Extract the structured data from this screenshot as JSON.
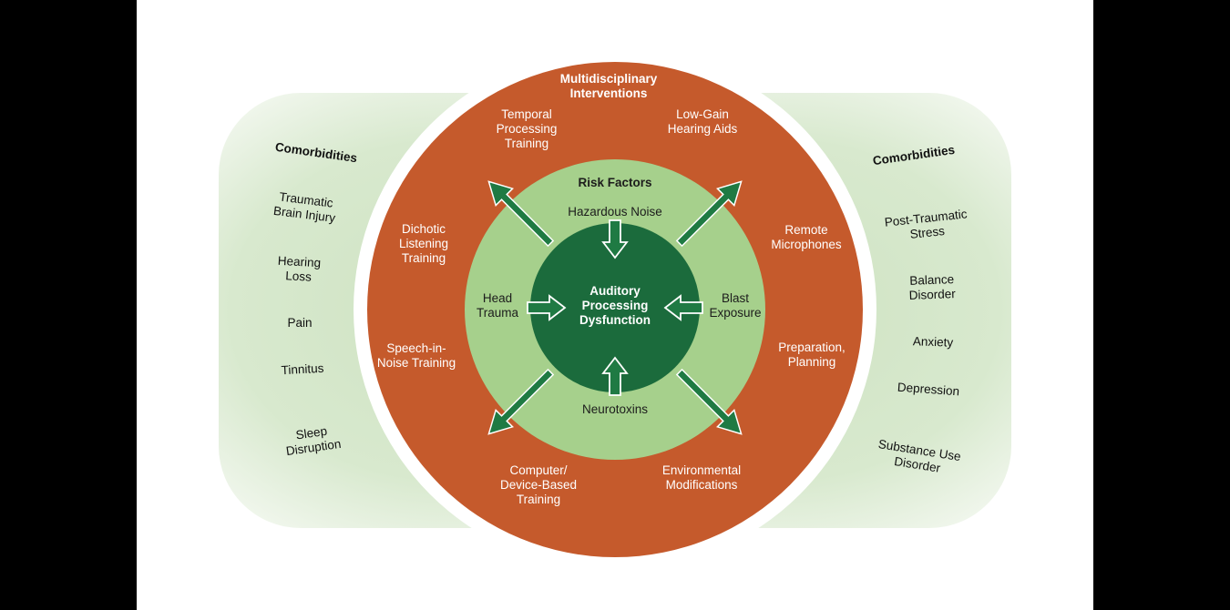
{
  "center": {
    "title": "Auditory\nProcessing\nDysfunction"
  },
  "risk_ring": {
    "title": "Risk Factors",
    "top": "Hazardous Noise",
    "left": "Head\nTrauma",
    "right": "Blast\nExposure",
    "bottom": "Neurotoxins"
  },
  "outer_ring": {
    "title": "Multidisciplinary\nInterventions",
    "items": [
      "Temporal\nProcessing\nTraining",
      "Low-Gain\nHearing Aids",
      "Dichotic\nListening\nTraining",
      "Remote\nMicrophones",
      "Speech-in-\nNoise Training",
      "Preparation,\nPlanning",
      "Computer/\nDevice-Based\nTraining",
      "Environmental\nModifications"
    ]
  },
  "left_comorbidities": {
    "title": "Comorbidities",
    "items": [
      "Traumatic\nBrain Injury",
      "Hearing\nLoss",
      "Pain",
      "Tinnitus",
      "Sleep\nDisruption"
    ]
  },
  "right_comorbidities": {
    "title": "Comorbidities",
    "items": [
      "Post-Traumatic\nStress",
      "Balance\nDisorder",
      "Anxiety",
      "Depression",
      "Substance Use\nDisorder"
    ]
  },
  "colors": {
    "outer_ring": "#c55a2c",
    "risk_ring": "#a6d08c",
    "center": "#1b6b3c",
    "arrow": "#1f7a43",
    "band": "#d4e7c9"
  }
}
